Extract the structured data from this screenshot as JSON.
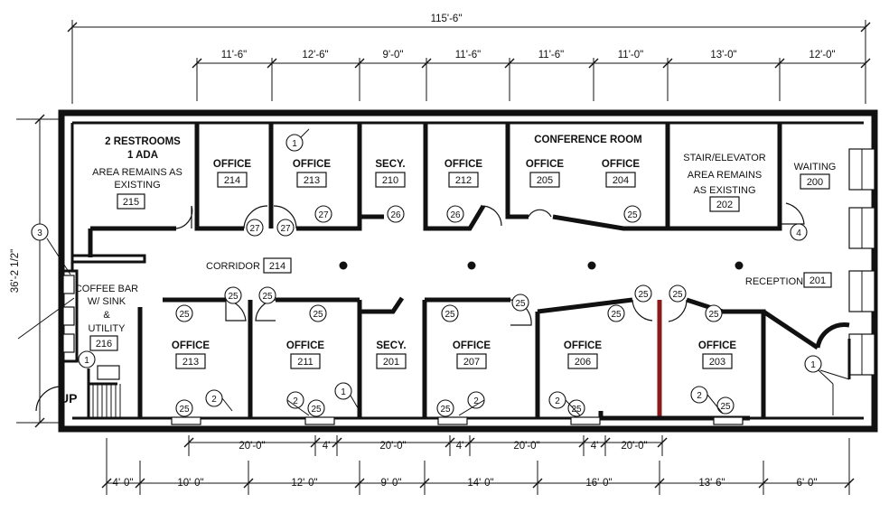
{
  "dimensions": {
    "overall_width": "115'-6\"",
    "overall_depth": "36'-2 1/2\"",
    "top": [
      "11'-6\"",
      "12'-6\"",
      "9'-0\"",
      "11'-6\"",
      "11'-6\"",
      "11'-0\"",
      "13'-0\"",
      "12'-0\""
    ],
    "bottom_inner": [
      "20'-0\"",
      "4'",
      "20'-0\"",
      "4'",
      "20'-0\"",
      "4'",
      "20'-0\""
    ],
    "bottom_outer": [
      "4'-0\"",
      "10'-0\"",
      "12'-0\"",
      "9'-0\"",
      "14'-0\"",
      "16'-0\"",
      "13'-6\"",
      "6'-0\""
    ]
  },
  "rooms": {
    "r215": {
      "l1": "2 RESTROOMS",
      "l2": "1 ADA",
      "l3": "AREA REMAINS AS",
      "l4": "EXISTING",
      "num": "215"
    },
    "r214a": {
      "name": "OFFICE",
      "num": "214"
    },
    "r213a": {
      "name": "OFFICE",
      "num": "213"
    },
    "r210": {
      "name": "SECY.",
      "num": "210"
    },
    "r212": {
      "name": "OFFICE",
      "num": "212"
    },
    "conf": {
      "name": "CONFERENCE ROOM"
    },
    "r205": {
      "name": "OFFICE",
      "num": "205"
    },
    "r204": {
      "name": "OFFICE",
      "num": "204"
    },
    "r202": {
      "l1": "STAIR/ELEVATOR",
      "l2": "AREA REMAINS",
      "l3": "AS EXISTING",
      "num": "202"
    },
    "r200": {
      "name": "WAITING",
      "num": "200"
    },
    "corridor": {
      "name": "CORRIDOR",
      "num": "214"
    },
    "reception": {
      "name": "RECEPTION",
      "num": "201"
    },
    "r216": {
      "l1": "COFFEE BAR",
      "l2": "W/ SINK",
      "l3": "&",
      "l4": "UTILITY",
      "num": "216"
    },
    "r213b": {
      "name": "OFFICE",
      "num": "213"
    },
    "r211": {
      "name": "OFFICE",
      "num": "211"
    },
    "r201b": {
      "name": "SECY.",
      "num": "201"
    },
    "r207": {
      "name": "OFFICE",
      "num": "207"
    },
    "r206": {
      "name": "OFFICE",
      "num": "206"
    },
    "r203": {
      "name": "OFFICE",
      "num": "203"
    }
  },
  "stair_label": "UP",
  "tags": {
    "t27": "27",
    "t26": "26",
    "t25": "25",
    "t4": "4",
    "t3": "3",
    "t2": "2",
    "t1": "1"
  }
}
